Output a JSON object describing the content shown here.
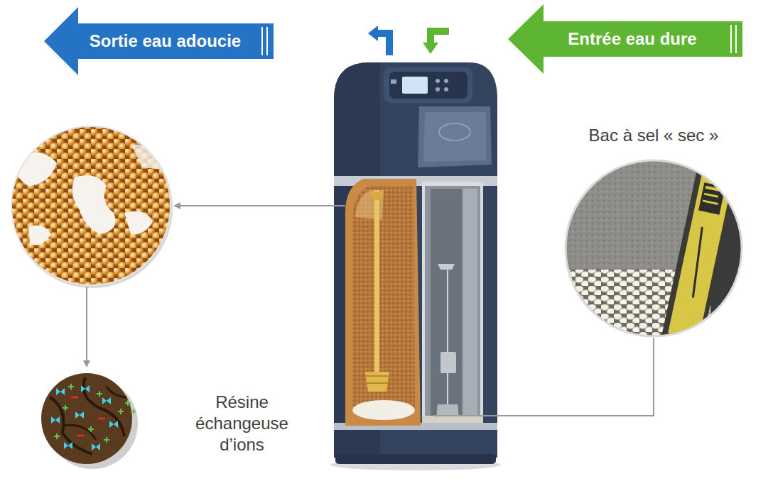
{
  "diagram": {
    "nodes": [
      {
        "text": [
          "Sortie eau adoucie"
        ]
      },
      {
        "text": [
          "Entrée eau dure"
        ]
      }
    ],
    "labels": [
      "Bac à sel « sec »",
      "Résine échangeuse d’ions"
    ]
  }
}
